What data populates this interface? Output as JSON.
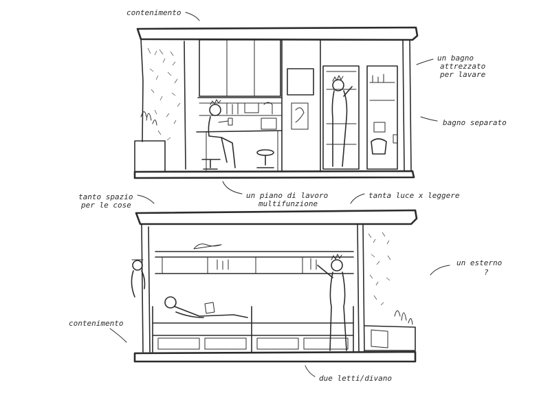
{
  "labels": {
    "top_contenimento": "contenimento",
    "bagno_attrezzato_1": "un bagno",
    "bagno_attrezzato_2": "attrezzato",
    "bagno_attrezzato_3": "per lavare",
    "bagno_separato": "bagno separato",
    "piano_lavoro_1": "un piano di lavoro",
    "piano_lavoro_2": "multifunzione",
    "tanta_luce": "tanta luce x leggere",
    "tanto_spazio_1": "tanto spazio",
    "tanto_spazio_2": "per le cose",
    "esterno_1": "un esterno",
    "esterno_2": "?",
    "bottom_contenimento": "contenimento",
    "due_letti": "due letti/divano"
  }
}
